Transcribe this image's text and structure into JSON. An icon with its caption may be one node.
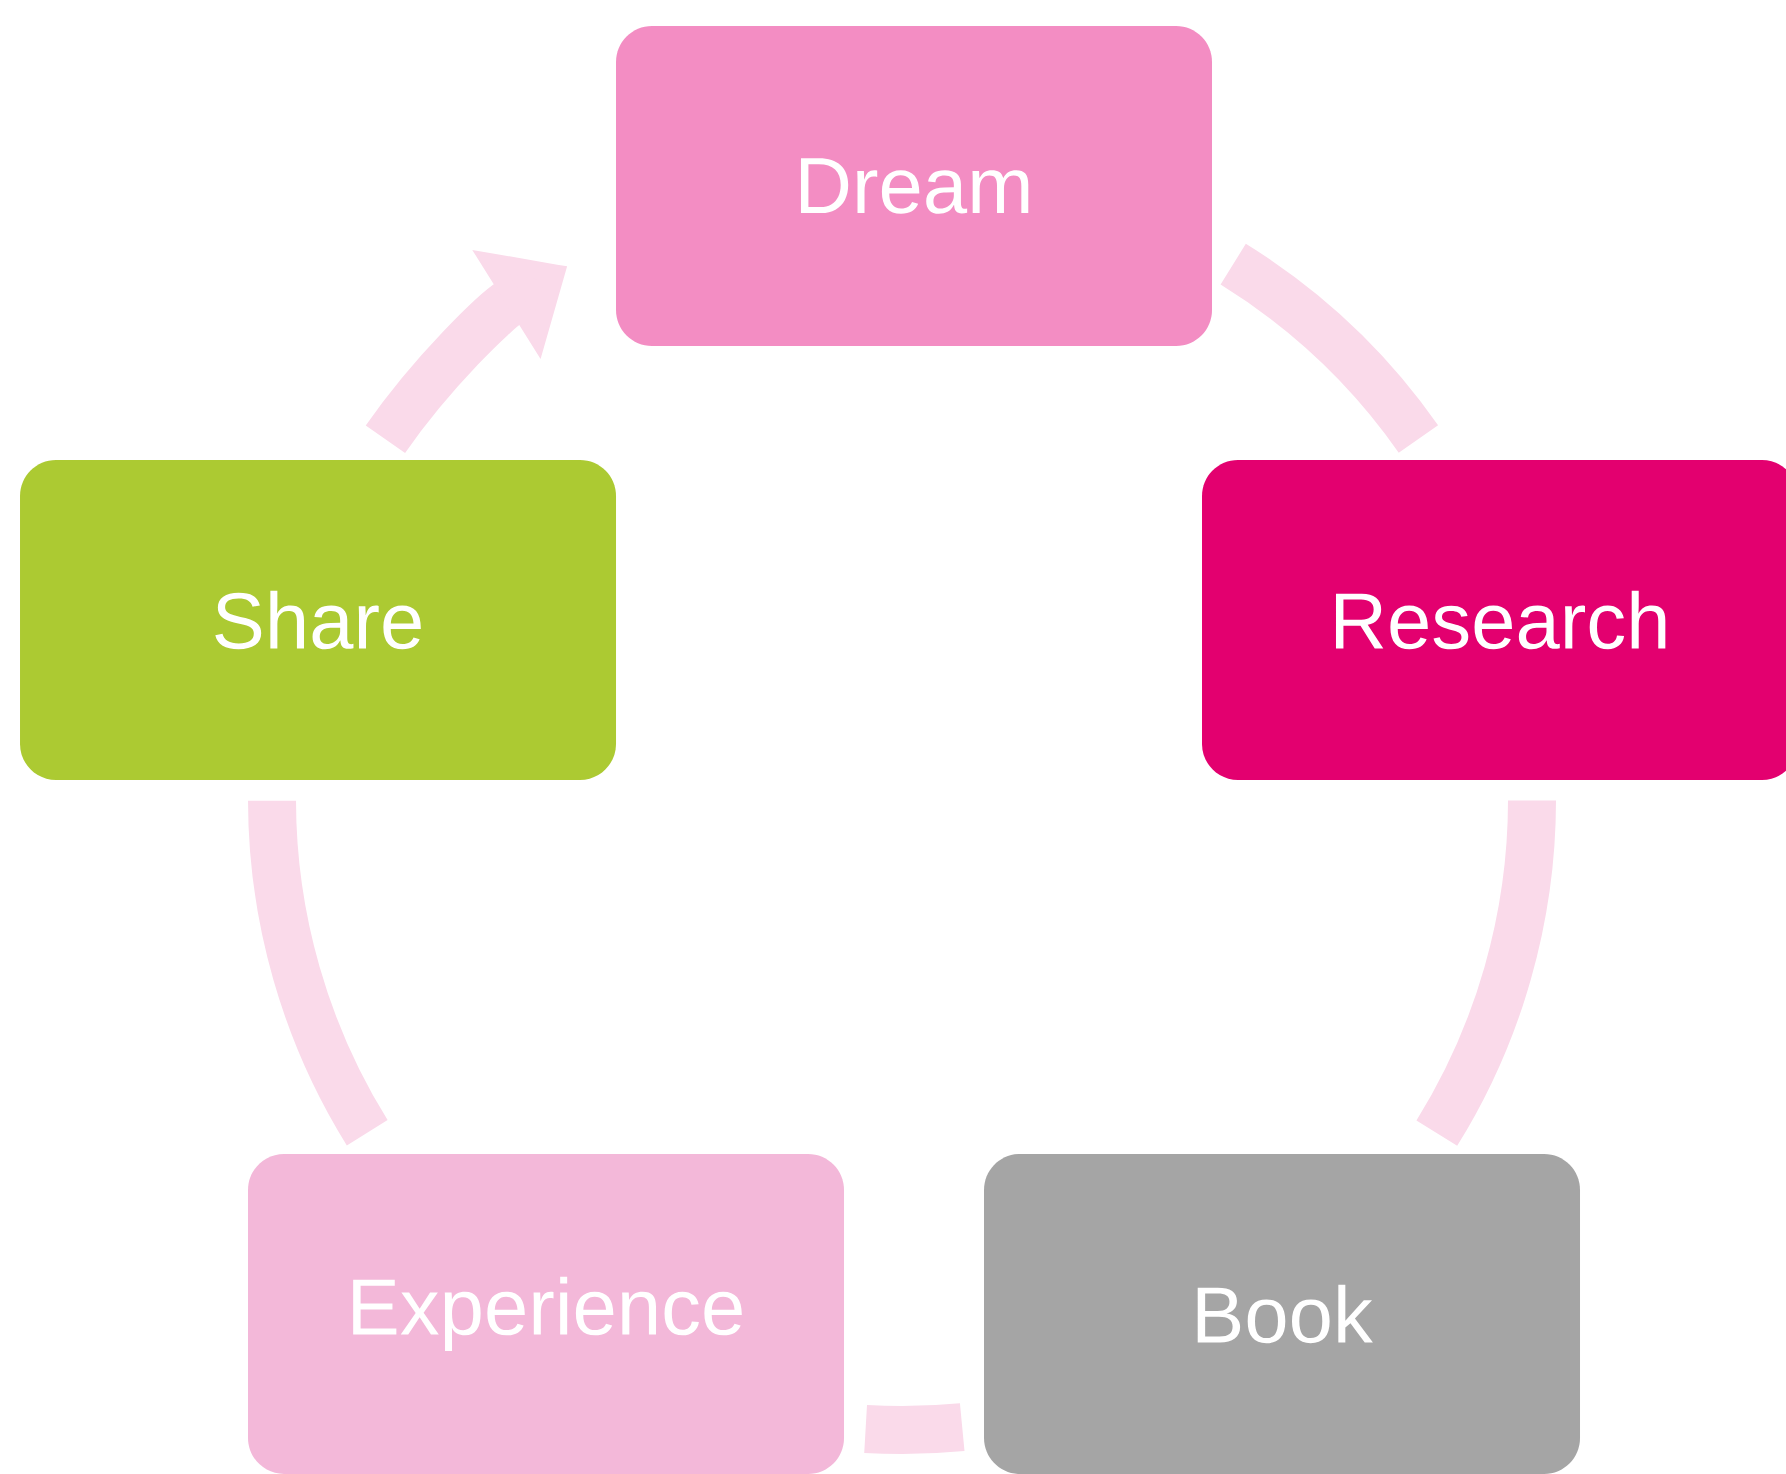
{
  "diagram": {
    "nodes": [
      {
        "text": [
          "Dream"
        ]
      },
      {
        "text": [
          "Research"
        ]
      },
      {
        "text": [
          "Book"
        ]
      },
      {
        "text": [
          "Experience"
        ]
      },
      {
        "text": [
          "Share"
        ]
      }
    ],
    "edges": [
      {
        "from": 0,
        "to": 1,
        "arrow": "none"
      },
      {
        "from": 1,
        "to": 2,
        "arrow": "none"
      },
      {
        "from": 2,
        "to": 3,
        "arrow": "none"
      },
      {
        "from": 3,
        "to": 4,
        "arrow": "none"
      },
      {
        "from": 4,
        "to": 0,
        "arrow": "to"
      }
    ]
  }
}
